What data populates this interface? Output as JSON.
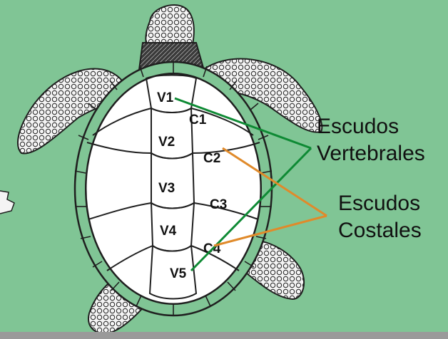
{
  "diagram": {
    "scute_labels": {
      "v1": "V1",
      "v2": "V2",
      "v3": "V3",
      "v4": "V4",
      "v5": "V5",
      "c1": "C1",
      "c2": "C2",
      "c3": "C3",
      "c4": "C4"
    },
    "legend": {
      "vertebral_line1": "Escudos",
      "vertebral_line2": "Vertebrales",
      "costal_line1": "Escudos",
      "costal_line2": "Costales"
    },
    "colors": {
      "background": "#80c595",
      "shell_fill": "#ffffff",
      "outline": "#1f1f1f",
      "vertebral_pointer": "#0e8a34",
      "costal_pointer": "#e08a2a"
    }
  }
}
